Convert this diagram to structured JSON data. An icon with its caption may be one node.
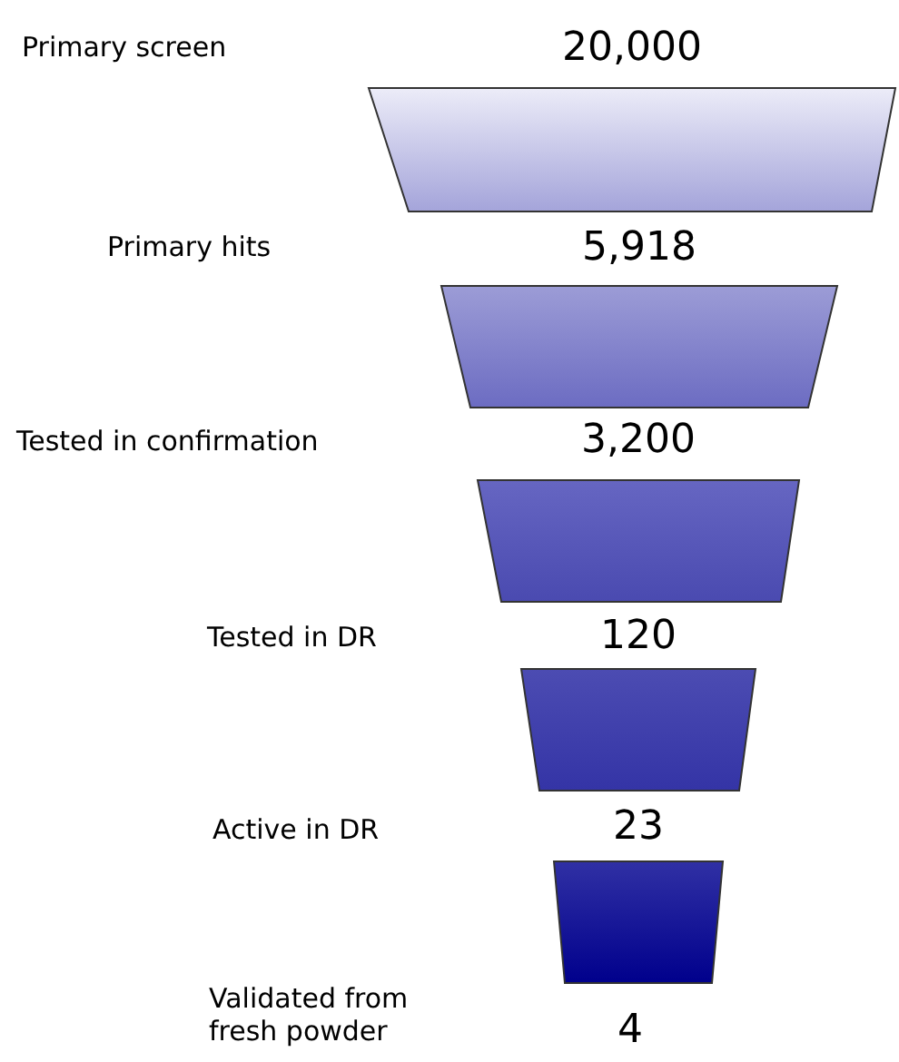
{
  "diagram": {
    "nodes": [
      {
        "text": [
          "20,000"
        ]
      },
      {
        "text": [
          "5,918"
        ]
      },
      {
        "text": [
          "3,200"
        ]
      },
      {
        "text": [
          "120"
        ]
      },
      {
        "text": [
          "23"
        ]
      }
    ],
    "labels": [
      "Primary screen",
      "Primary hits",
      "Tested in confirmation",
      "Tested in DR",
      "Active in DR",
      "Validated from fresh powder",
      "4"
    ]
  }
}
